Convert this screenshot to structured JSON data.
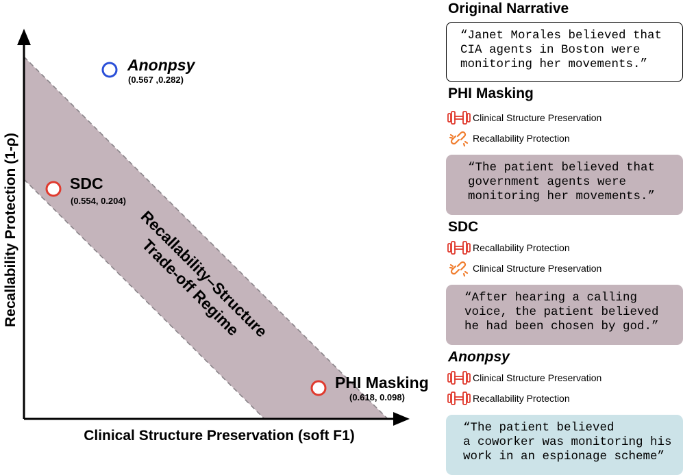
{
  "diagram": {
    "x_axis_label": "Clinical Structure Preservation (soft F1)",
    "y_axis_label": "Recallability Protection (1-ρ)",
    "region_label": [
      "Recallability–Structure",
      "Trade-off Regime"
    ],
    "points": [
      {
        "name": "Anonpsy",
        "coords": "(0.567 ,0.282)",
        "color": "#2a4fd8"
      },
      {
        "name": "SDC",
        "coords": "(0.554, 0.204)",
        "color": "#e03a2e"
      },
      {
        "name": "PHI Masking",
        "coords": "(0.618, 0.098)",
        "color": "#e03a2e"
      }
    ]
  },
  "panel": {
    "original": {
      "title": "Original Narrative",
      "lines": [
        "“Janet Morales believed that",
        "CIA agents in Boston were",
        "monitoring her movements.”"
      ]
    },
    "phi": {
      "title": "PHI Masking",
      "attrs": [
        {
          "icon": "dumbbell-icon",
          "label": "Clinical Structure Preservation"
        },
        {
          "icon": "broken-chain-icon",
          "label": "Recallability Protection"
        }
      ],
      "lines": [
        "“The patient believed that",
        "government agents were",
        "monitoring her movements.”"
      ]
    },
    "sdc": {
      "title": "SDC",
      "attrs": [
        {
          "icon": "dumbbell-icon",
          "label": "Recallability Protection"
        },
        {
          "icon": "broken-chain-icon",
          "label": "Clinical Structure Preservation"
        }
      ],
      "lines": [
        "“After hearing a calling",
        "voice, the patient believed",
        "he had been chosen by god.”"
      ]
    },
    "anon": {
      "title": "Anonpsy",
      "attrs": [
        {
          "icon": "dumbbell-icon",
          "label": "Clinical Structure Preservation"
        },
        {
          "icon": "dumbbell-icon",
          "label": "Recallability Protection"
        }
      ],
      "lines": [
        "“The patient believed",
        "a coworker was monitoring his",
        "work in an espionage scheme”"
      ]
    }
  },
  "colors": {
    "region_fill": "#c4b4bb",
    "anon_quote_bg": "#cce3e8",
    "dumbbell": "#e03a2e",
    "broken_chain": "#f07d2e"
  }
}
